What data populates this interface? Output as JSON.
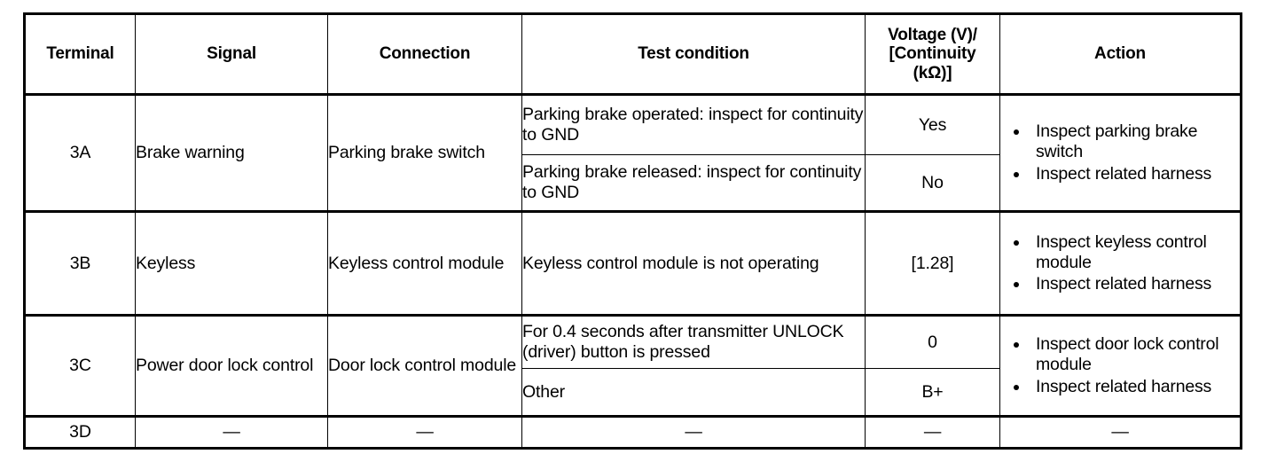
{
  "table": {
    "headers": [
      "Terminal",
      "Signal",
      "Connection",
      "Test condition",
      "Voltage (V)/ [Continuity (kΩ)]",
      "Action"
    ],
    "header_voltage_lines": [
      "Voltage (V)/",
      "[Continuity",
      "(kΩ)]"
    ],
    "rows": [
      {
        "terminal": "3A",
        "signal": "Brake warning",
        "connection": "Parking brake switch",
        "conditions": [
          {
            "test": "Parking brake operated: inspect for continuity to GND",
            "value": "Yes"
          },
          {
            "test": "Parking brake released: inspect for continuity to GND",
            "value": "No"
          }
        ],
        "actions": [
          "Inspect parking brake switch",
          "Inspect related harness"
        ]
      },
      {
        "terminal": "3B",
        "signal": "Keyless",
        "connection": "Keyless control module",
        "conditions": [
          {
            "test": "Keyless control module is not operating",
            "value": "[1.28]"
          }
        ],
        "actions": [
          "Inspect keyless control module",
          "Inspect related harness"
        ]
      },
      {
        "terminal": "3C",
        "signal": "Power door lock control",
        "connection": "Door lock control module",
        "conditions": [
          {
            "test": "For 0.4 seconds after transmitter UNLOCK (driver) button is pressed",
            "value": "0"
          },
          {
            "test": "Other",
            "value": "B+"
          }
        ],
        "actions": [
          "Inspect door lock control module",
          "Inspect related harness"
        ]
      },
      {
        "terminal": "3D",
        "signal": "—",
        "connection": "—",
        "conditions": [
          {
            "test": "—",
            "value": "—"
          }
        ],
        "actions": [
          "—"
        ],
        "empty": true
      }
    ]
  },
  "colors": {
    "border": "#000000",
    "text": "#000000",
    "background": "#ffffff"
  }
}
